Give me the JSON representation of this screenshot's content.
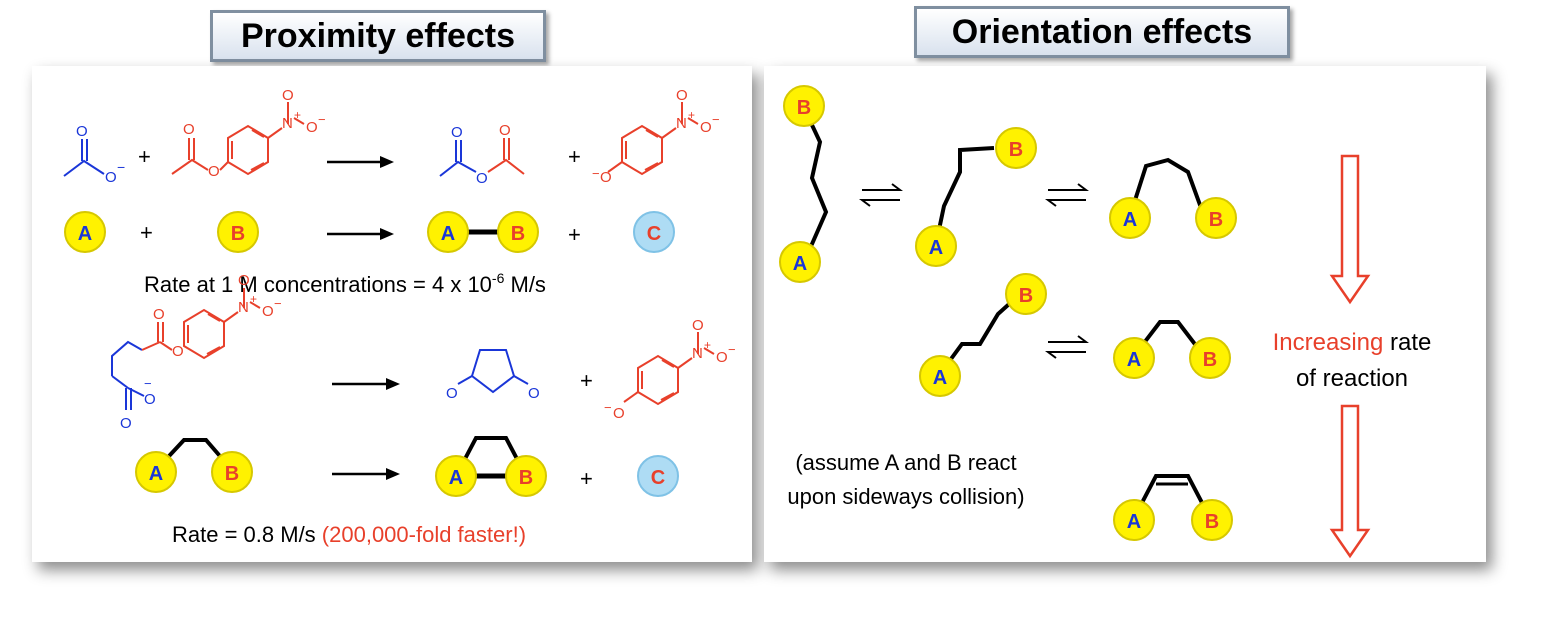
{
  "left": {
    "title": "Proximity effects",
    "plus": "+",
    "rate1_text": "Rate at 1 M concentrations = 4 x 10",
    "rate1_exp": "-6",
    "rate1_unit": " M/s",
    "rate2_text": "Rate = 0.8 M/s ",
    "rate2_highlight": "(200,000-fold faster!)",
    "atoms": {
      "O": "O",
      "N": "N",
      "plus_charge": "+",
      "minus_charge": "−"
    }
  },
  "right": {
    "title": "Orientation effects",
    "increasing": "Increasing",
    "rate_word": " rate",
    "of_reaction": "of reaction",
    "note_line1": "(assume A and B react",
    "note_line2": "upon sideways collision)"
  },
  "labels": {
    "A": "A",
    "B": "B",
    "C": "C"
  },
  "colors": {
    "blue": "#1a36d8",
    "red": "#e8402b",
    "yellow": "#fff200",
    "cyan": "#aedcf4",
    "arrow_red": "#e8402b"
  }
}
